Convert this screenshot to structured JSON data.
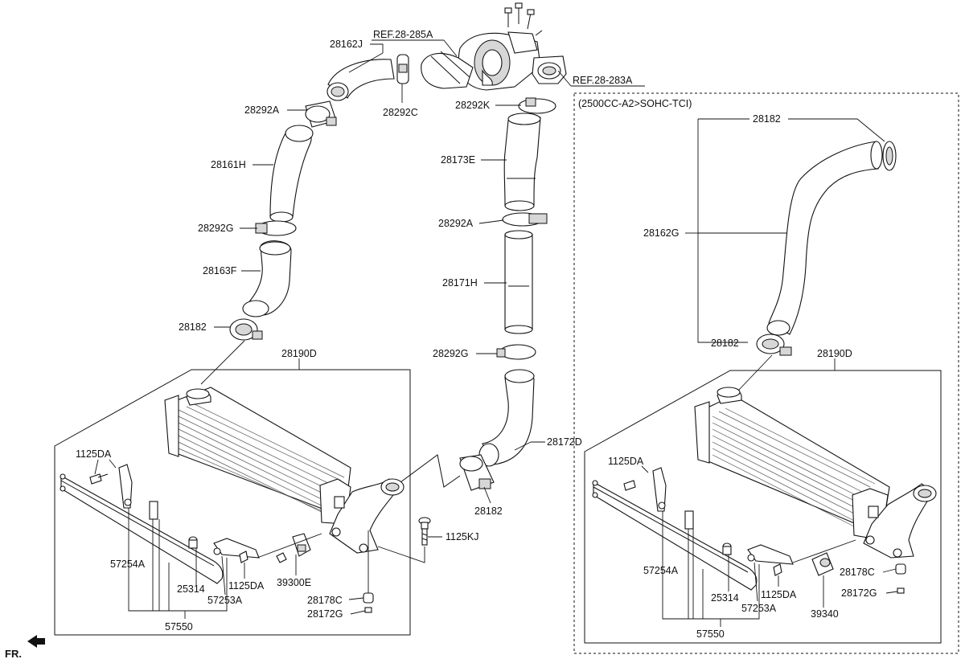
{
  "refs": {
    "ref_285a": "REF.28-285A",
    "ref_283a": "REF.28-283A"
  },
  "variant_label": "(2500CC-A2>SOHC-TCI)",
  "direction": {
    "label": "FR."
  },
  "labels_left": {
    "p28162J": "28162J",
    "p28292C": "28292C",
    "p28292A": "28292A",
    "p28161H": "28161H",
    "p28292G": "28292G",
    "p28163F": "28163F",
    "p28182": "28182",
    "p28190D": "28190D",
    "p1125DA": "1125DA",
    "p57254A": "57254A",
    "p25314": "25314",
    "p1125DA_2": "1125DA",
    "p57253A": "57253A",
    "p39300E": "39300E",
    "p57550": "57550",
    "p28178C": "28178C",
    "p28172G": "28172G",
    "p1125KJ": "1125KJ"
  },
  "labels_mid": {
    "p28292K": "28292K",
    "p28173E": "28173E",
    "p28292A": "28292A",
    "p28171H": "28171H",
    "p28292G": "28292G",
    "p28172D": "28172D",
    "p28182": "28182"
  },
  "labels_right": {
    "p28182_top": "28182",
    "p28162G": "28162G",
    "p28182_low": "28182",
    "p28190D": "28190D",
    "p1125DA": "1125DA",
    "p57254A": "57254A",
    "p25314": "25314",
    "p1125DA_2": "1125DA",
    "p57253A": "57253A",
    "p57550": "57550",
    "p28178C": "28178C",
    "p28172G": "28172G",
    "p39340": "39340"
  }
}
